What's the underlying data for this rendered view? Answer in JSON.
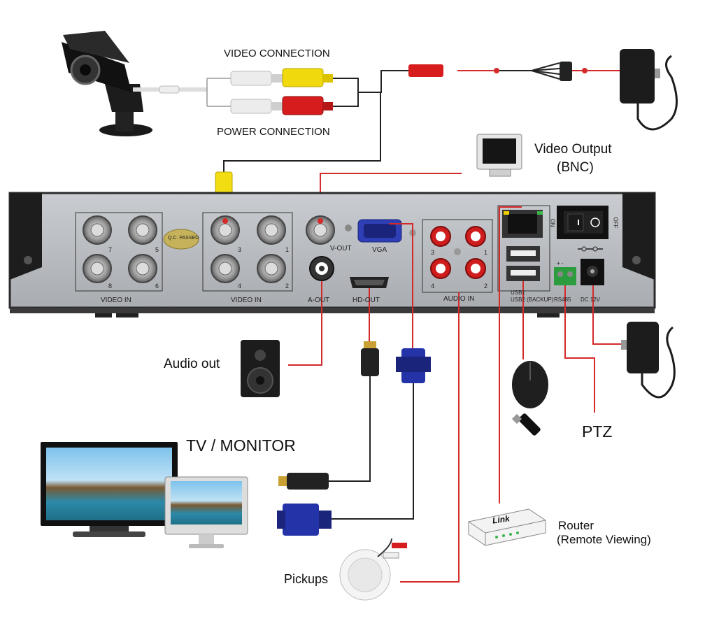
{
  "labels": {
    "video_connection": "VIDEO CONNECTION",
    "power_connection": "POWER CONNECTION",
    "video_output": "Video Output",
    "bnc": "(BNC)",
    "audio_out": "Audio out",
    "tv_monitor": "TV / MONITOR",
    "ptz": "PTZ",
    "router": "Router",
    "remote_viewing": "(Remote Viewing)",
    "pickups": "Pickups",
    "router_brand": "Link"
  },
  "panel": {
    "video_in_left": "VIDEO IN",
    "video_in_right": "VIDEO IN",
    "qc_sticker": "Q.C. PASSED",
    "ch7": "7",
    "ch5": "5",
    "ch8": "8",
    "ch6": "6",
    "ch3": "3",
    "ch1": "1",
    "ch4": "4",
    "ch2": "2",
    "v_out": "V-OUT",
    "a_out": "A-OUT",
    "vga": "VGA",
    "hd_out": "HD-OUT",
    "audio_in": "AUDIO IN",
    "ain3": "3",
    "ain1": "1",
    "ain4": "4",
    "ain2": "2",
    "usb1": "USB1",
    "usb2": "USB2 (BACKUP)",
    "rs485": "RS485",
    "dc12v": "DC 12V",
    "on": "ON",
    "off": "OFF",
    "plus_minus": "+ -"
  },
  "colors": {
    "panel": "#b9bcc0",
    "connector_line": "#d42a2a",
    "cable": "#222222",
    "bnc_yellow": "#f1dd12",
    "rca_red": "#d91c1c",
    "vga_blue": "#2433a8"
  }
}
